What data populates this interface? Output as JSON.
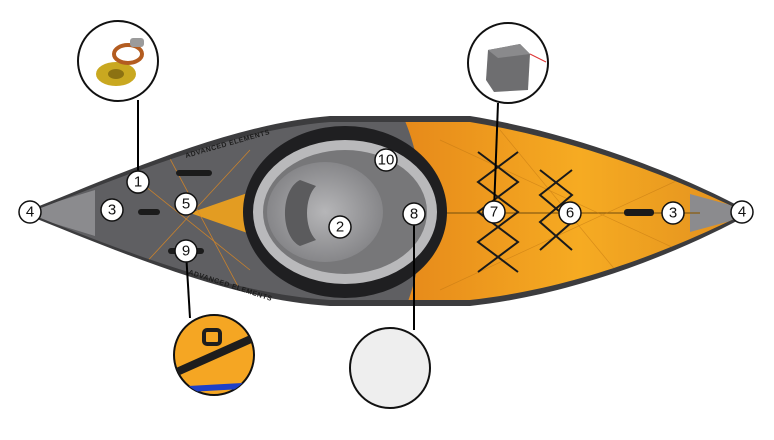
{
  "diagram": {
    "brand_texts": [
      "ADVANCED ELEMENTS",
      "ADVANCED ELEMENTS"
    ],
    "callouts": [
      {
        "id": "c1",
        "label": "1"
      },
      {
        "id": "c2",
        "label": "2"
      },
      {
        "id": "c3a",
        "label": "3"
      },
      {
        "id": "c3b",
        "label": "3"
      },
      {
        "id": "c4a",
        "label": "4"
      },
      {
        "id": "c4b",
        "label": "4"
      },
      {
        "id": "c5",
        "label": "5"
      },
      {
        "id": "c6",
        "label": "6"
      },
      {
        "id": "c7",
        "label": "7"
      },
      {
        "id": "c8",
        "label": "8"
      },
      {
        "id": "c9",
        "label": "9"
      },
      {
        "id": "c10",
        "label": "10"
      }
    ],
    "detail_insets": [
      {
        "id": "valve",
        "icon": "valve-icon"
      },
      {
        "id": "seat-back",
        "icon": "seat-back-icon"
      },
      {
        "id": "d-ring",
        "icon": "d-ring-strap-icon"
      },
      {
        "id": "floor-panel",
        "icon": "floor-panel-icon"
      }
    ],
    "colors": {
      "hull_gray": "#5f5f62",
      "deck_orange": "#f2a31c",
      "cockpit_rim": "#b9b9bb",
      "seat_gray": "#9c9c9e",
      "inset_floor": "#eeeeee",
      "inset_bg_orange": "#f5a623",
      "strap_blue": "#1e40c8"
    }
  }
}
